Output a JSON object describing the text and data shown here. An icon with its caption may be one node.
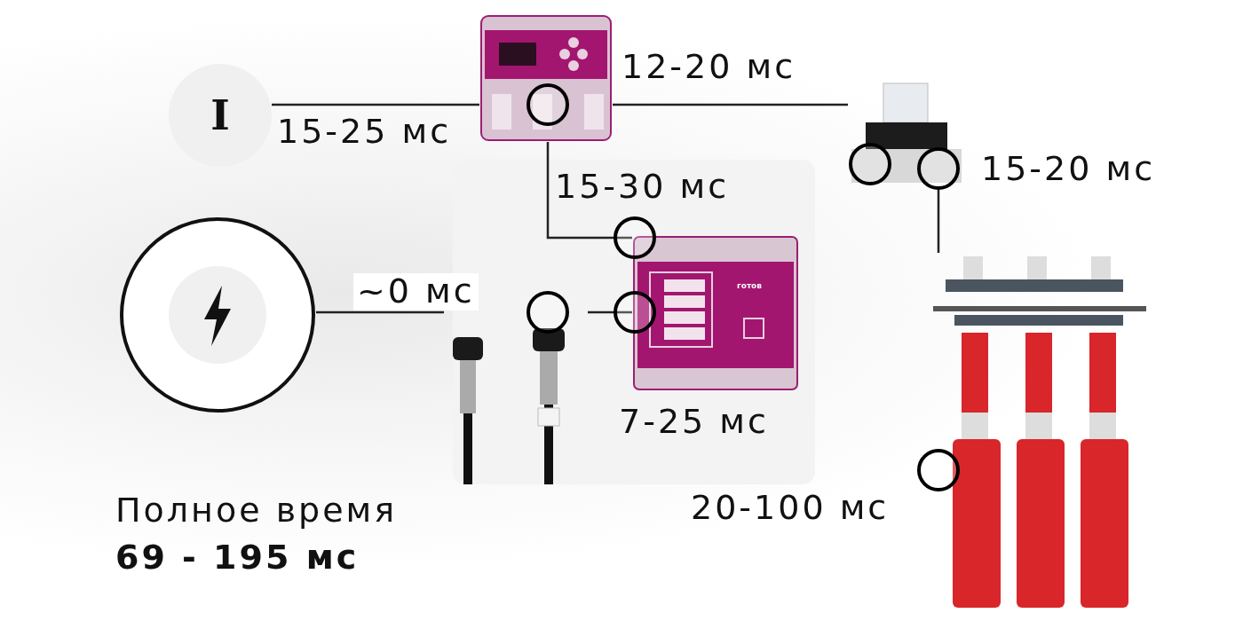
{
  "diagram": {
    "nodes": [
      {
        "text": [
          "I"
        ]
      },
      {
        "text": [],
        "shape": "circle"
      },
      {
        "text": [],
        "shape": "picture"
      },
      {
        "text": [],
        "shape": "picture"
      },
      {
        "text": [],
        "shape": "picture"
      },
      {
        "text": [],
        "shape": "picture"
      },
      {
        "text": [],
        "shape": "picture"
      }
    ],
    "edges": [
      {
        "from": 0,
        "to": 2,
        "arrow": "none"
      },
      {
        "from": 1,
        "to": 3,
        "arrow": "none"
      },
      {
        "from": 3,
        "to": 4,
        "arrow": "none"
      },
      {
        "from": 2,
        "to": 4,
        "arrow": "none"
      },
      {
        "from": 2,
        "to": 5,
        "arrow": "none"
      },
      {
        "from": 5,
        "to": 6,
        "arrow": "none"
      }
    ],
    "labels": [
      "12-20 мс",
      "15-25 мс",
      "15-20 мс",
      "15-30 мс",
      "~0 мс",
      "готов",
      "7-25 мс",
      "20-100 мс",
      "Полное время",
      "69 - 195 мс"
    ]
  }
}
